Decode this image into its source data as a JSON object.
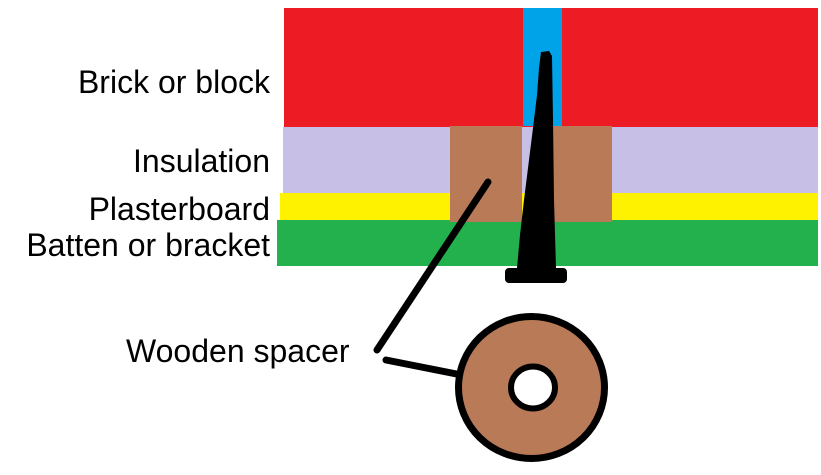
{
  "layers": [
    {
      "label": "Brick or block",
      "color": "#ED1C24"
    },
    {
      "label": "Insulation",
      "color": "#C8BFE7"
    },
    {
      "label": "Plasterboard",
      "color": "#FFF200"
    },
    {
      "label": "Batten or bracket",
      "color": "#22B14C"
    }
  ],
  "spacer": {
    "label": "Wooden spacer",
    "color": "#B97A57"
  },
  "colors": {
    "cavity": "#00A2E8",
    "fixing": "#000000",
    "hole": "#FFFFFF",
    "background": "#FFFFFF"
  }
}
